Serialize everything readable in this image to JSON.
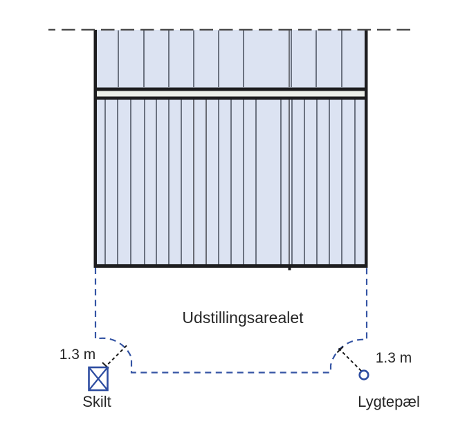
{
  "diagram": {
    "area_label": "Udstillingsarealet",
    "sign": {
      "label": "Skilt",
      "distance": "1.3 m"
    },
    "lamp": {
      "label": "Lygtepæl",
      "distance": "1.3 m"
    },
    "colors": {
      "building_fill": "#dce3f2",
      "divider_band_fill": "#edf0ea",
      "wall_black": "#1d1d1f",
      "stripe_gray": "#6b7280",
      "boundary_blue": "#3454a4",
      "cut_line_gray": "#4b4b4b",
      "radius_line_black": "#1a1a1a",
      "text": "#262626"
    }
  }
}
